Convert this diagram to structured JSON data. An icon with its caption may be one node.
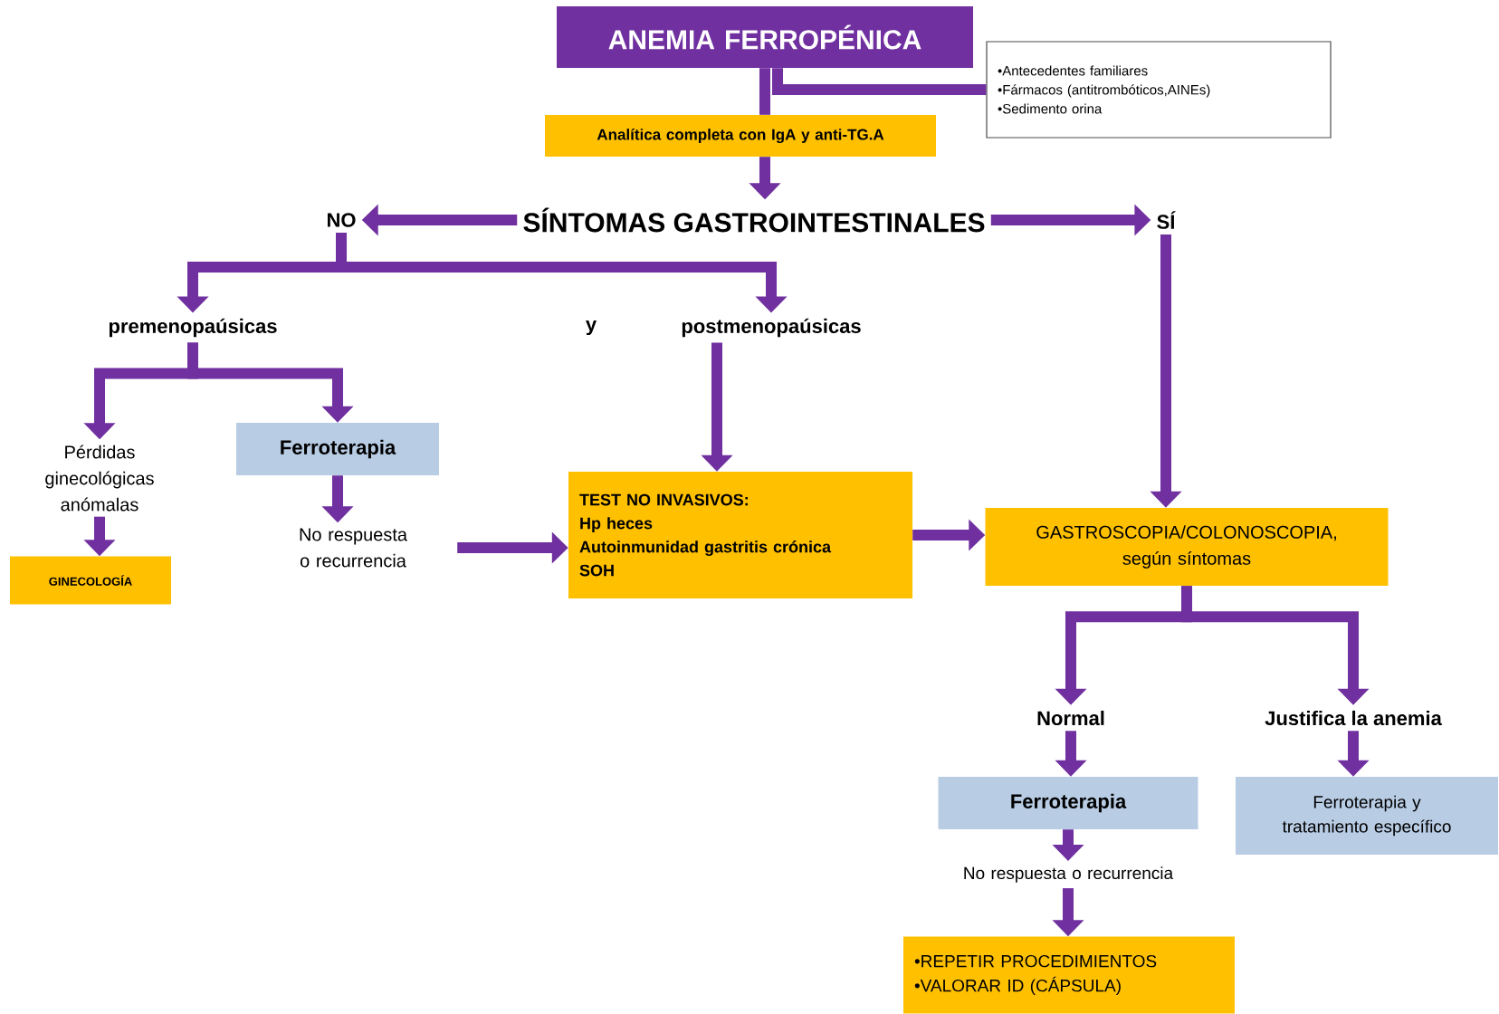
{
  "diagram": {
    "nodes": [
      {
        "text": [
          "ANEMIA FERROPÉNICA"
        ]
      },
      {
        "text": [
          "•Antecedentes familiares",
          "•Fármacos (antitrombóticos,AINEs)",
          "•Sedimento orina"
        ]
      },
      {
        "text": [
          "Analítica completa con IgA y anti-TG.A"
        ]
      },
      {
        "text": [
          "SÍNTOMAS GASTROINTESTINALES"
        ]
      },
      {
        "text": [
          "NO"
        ]
      },
      {
        "text": [
          "SÍ"
        ]
      },
      {
        "text": [
          "premenopaúsicas"
        ]
      },
      {
        "text": [
          "postmenopaúsicas"
        ]
      },
      {
        "text": [
          "Pérdidas ginecológicas anómalas"
        ]
      },
      {
        "text": [
          "Ferroterapia"
        ]
      },
      {
        "text": [
          "GINECOLOGÍA"
        ]
      },
      {
        "text": [
          "No respuesta o recurrencia"
        ]
      },
      {
        "text": [
          "TEST NO INVASIVOS:",
          "Hp heces",
          "Autoinmunidad gastritis crónica",
          "SOH"
        ]
      },
      {
        "text": [
          "GASTROSCOPIA/COLONOSCOPIA, según síntomas"
        ]
      },
      {
        "text": [
          "Normal"
        ]
      },
      {
        "text": [
          "Justifica la anemia"
        ]
      },
      {
        "text": [
          "Ferroterapia"
        ]
      },
      {
        "text": [
          "Ferroterapia y tratamiento específico"
        ]
      },
      {
        "text": [
          "No respuesta o recurrencia"
        ]
      },
      {
        "text": [
          "•REPETIR PROCEDIMIENTOS",
          "•VALORAR ID (CÁPSULA)"
        ]
      }
    ],
    "edges": [
      {
        "from": 1,
        "to": 0,
        "arrow": "none"
      },
      {
        "from": 0,
        "to": 2,
        "arrow": "none"
      },
      {
        "from": 2,
        "to": 3,
        "arrow": "to"
      },
      {
        "from": 3,
        "to": 4,
        "arrow": "to"
      },
      {
        "from": 3,
        "to": 5,
        "arrow": "to"
      },
      {
        "from": 4,
        "to": 6,
        "arrow": "to"
      },
      {
        "from": 4,
        "to": 7,
        "arrow": "to"
      },
      {
        "from": 6,
        "to": 8,
        "arrow": "to"
      },
      {
        "from": 6,
        "to": 9,
        "arrow": "to"
      },
      {
        "from": 8,
        "to": 10,
        "arrow": "to"
      },
      {
        "from": 9,
        "to": 11,
        "arrow": "to"
      },
      {
        "from": 11,
        "to": 12,
        "arrow": "to"
      },
      {
        "from": 7,
        "to": 12,
        "arrow": "to"
      },
      {
        "from": 5,
        "to": 13,
        "arrow": "to"
      },
      {
        "from": 12,
        "to": 13,
        "arrow": "to"
      },
      {
        "from": 13,
        "to": 14,
        "arrow": "to"
      },
      {
        "from": 13,
        "to": 15,
        "arrow": "to"
      },
      {
        "from": 14,
        "to": 16,
        "arrow": "to"
      },
      {
        "from": 15,
        "to": 17,
        "arrow": "to"
      },
      {
        "from": 16,
        "to": 18,
        "arrow": "to"
      },
      {
        "from": 18,
        "to": 19,
        "arrow": "to"
      }
    ],
    "labels": [
      "y"
    ]
  }
}
